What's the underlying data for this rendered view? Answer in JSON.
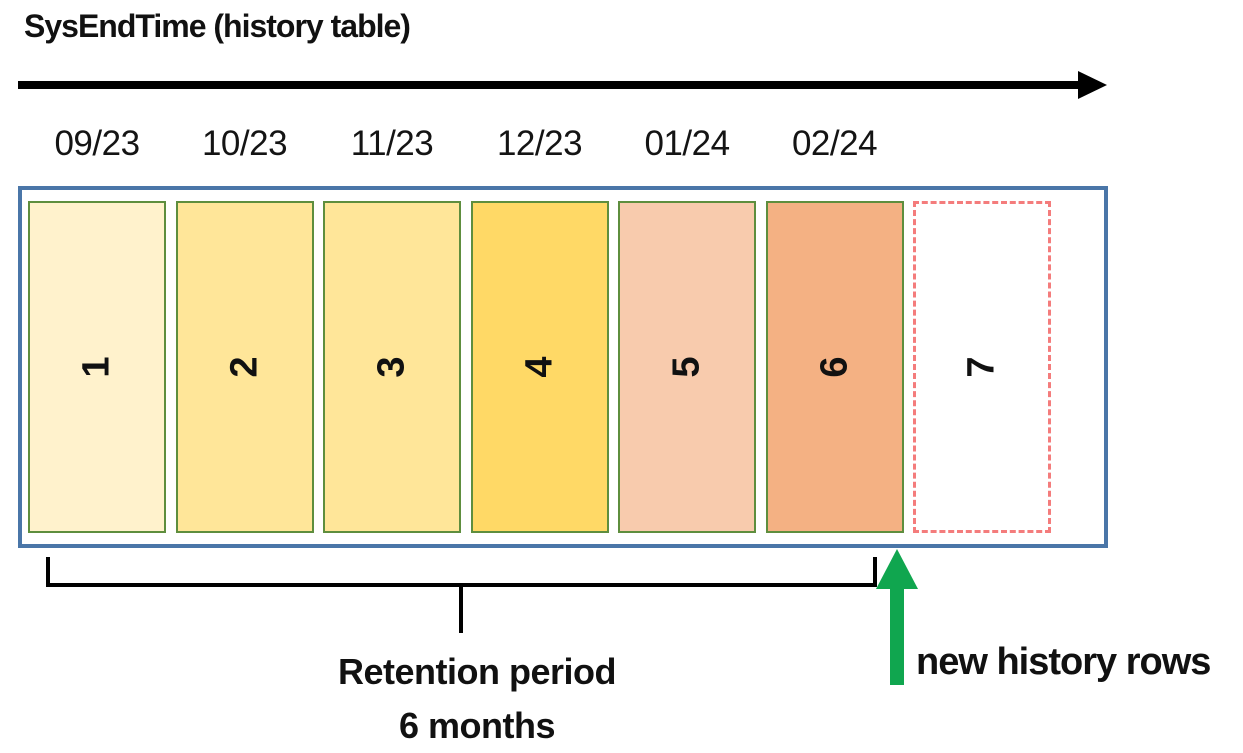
{
  "title": "SysEndTime (history table)",
  "timeline": {
    "axis_icon": "right-arrow-icon",
    "axis_color": "#000000",
    "months": [
      "09/23",
      "10/23",
      "11/23",
      "12/23",
      "01/24",
      "02/24"
    ]
  },
  "history_table": {
    "frame_border_color": "#4a76a8",
    "partition_border_color": "#5e8e3e",
    "dashed_partition_border_color": "#f47c7c",
    "partitions": [
      {
        "label": "1",
        "fill": "#FFF2CC",
        "dashed": false
      },
      {
        "label": "2",
        "fill": "#FFE699",
        "dashed": false
      },
      {
        "label": "3",
        "fill": "#FFE699",
        "dashed": false
      },
      {
        "label": "4",
        "fill": "#FFD966",
        "dashed": false
      },
      {
        "label": "5",
        "fill": "#F8CBAD",
        "dashed": false
      },
      {
        "label": "6",
        "fill": "#F4B183",
        "dashed": false
      },
      {
        "label": "7",
        "fill": "#FFFFFF",
        "dashed": true
      }
    ]
  },
  "annotations": {
    "retention_line1": "Retention period",
    "retention_line2": "6 months",
    "new_rows_label": "new history rows",
    "new_rows_arrow_color": "#10a64f",
    "bracket_color": "#000000"
  }
}
